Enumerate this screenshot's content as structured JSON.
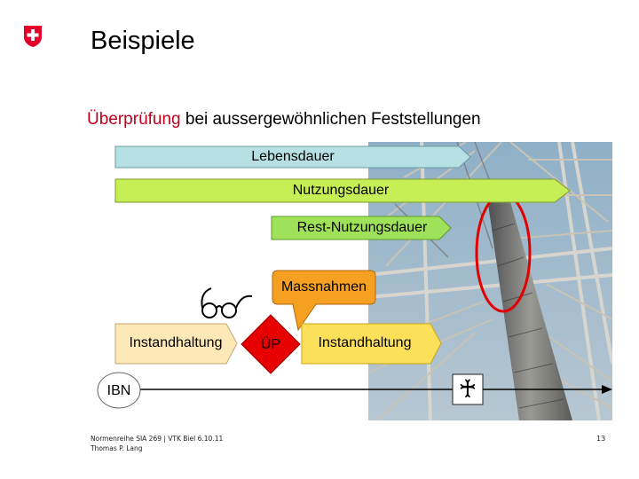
{
  "slide": {
    "title": "Beispiele",
    "subtitle_highlight": "Überprüfung",
    "subtitle_rest": " bei aussergewöhnlichen Feststellungen"
  },
  "diagram": {
    "lebensdauer": "Lebensdauer",
    "nutzungsdauer": "Nutzungsdauer",
    "rest_nutzungsdauer": "Rest-Nutzungsdauer",
    "massnahmen": "Massnahmen",
    "instandhaltung_left": "Instandhaltung",
    "instandhaltung_right": "Instandhaltung",
    "up": "ÜP",
    "ibn": "IBN",
    "end_symbol": "♰",
    "glasses_symbol": "👓"
  },
  "footer": {
    "line1": "Normenreihe SIA 269 | VTK Biel 6.10.11",
    "line2": "Thomas P. Lang",
    "page": "13"
  },
  "colors": {
    "swiss_red": "#e4002b",
    "lebensdauer": "#b7e0e4",
    "nutzungsdauer": "#c6ee55",
    "rest_nutzungsdauer": "#9fe25a",
    "massnahmen": "#f5a021",
    "instandhaltung_left": "#fde8b8",
    "instandhaltung_right": "#fde05a",
    "up_diamond": "#e60000",
    "circle": "#e00000"
  }
}
